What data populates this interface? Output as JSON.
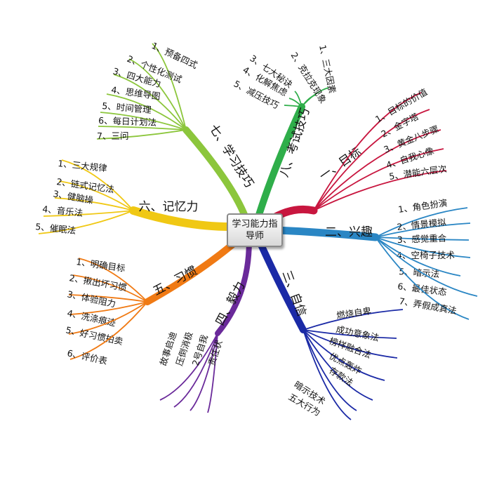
{
  "center": {
    "title": "学习能力指导师"
  },
  "branches": [
    {
      "id": "b1",
      "label": "一、目标",
      "color": "#c8163f",
      "items": [
        "1、目标的价值",
        "2、金字塔",
        "3、黄金八步骤",
        "4、自我心像",
        "5、潜能六层次"
      ]
    },
    {
      "id": "b2",
      "label": "二、兴趣",
      "color": "#2a86c4",
      "items": [
        "1、角色扮演",
        "2、情景模拟",
        "3、感觉重合",
        "4、空椅子技术",
        "5、暗示法",
        "6、最佳状态",
        "7、弄假成真法"
      ]
    },
    {
      "id": "b3",
      "label": "三、自信",
      "color": "#1b2aa6",
      "items": [
        "燃烧自卑",
        "成功意象法",
        "榜样融合法",
        "优点轰炸",
        "存款法",
        "暗示技术",
        "五大行为"
      ]
    },
    {
      "id": "b4",
      "label": "四、毅力",
      "color": "#6a2a9a",
      "items": [
        "故事启迪",
        "压倒消极",
        "2号自我",
        "责任状"
      ]
    },
    {
      "id": "b5",
      "label": "五、习惯",
      "color": "#f07a14",
      "items": [
        "1、明确目标",
        "2、揪出坏习惯",
        "3、体验阻力",
        "4、洗涤痕迹",
        "5、好习惯拍卖",
        "6、评价表"
      ]
    },
    {
      "id": "b6",
      "label": "六、记忆力",
      "color": "#f0c814",
      "items": [
        "1、三大规律",
        "2、链式记忆法",
        "3、健脑操",
        "4、音乐法",
        "5、催眠法"
      ]
    },
    {
      "id": "b7",
      "label": "七、学习技巧",
      "color": "#8cc63c",
      "items": [
        "1、预备四式",
        "2、个性化测试",
        "3、四大能力",
        "4、思维导图",
        "5、时间管理",
        "6、每日计划法",
        "7、三问"
      ]
    },
    {
      "id": "b8",
      "label": "八、考试技巧",
      "color": "#2fae4a",
      "items": [
        "1、三大因素",
        "2、克拉克现象",
        "3、七大秘诀",
        "4、化解焦虑",
        "5、减压技巧"
      ]
    }
  ]
}
